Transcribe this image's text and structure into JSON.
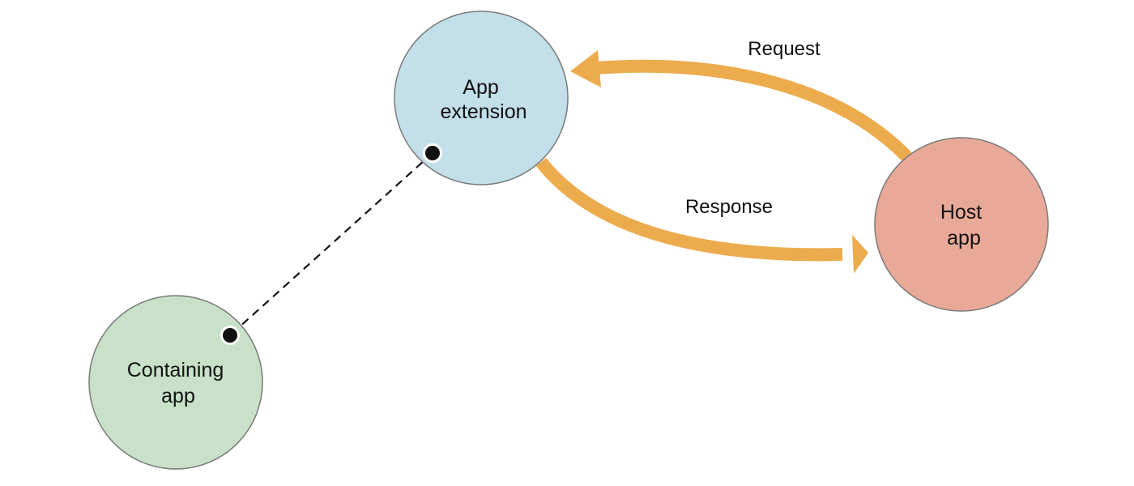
{
  "nodes": {
    "app_extension": {
      "line1": "App",
      "line2": "extension",
      "fill": "#c3dfea"
    },
    "host_app": {
      "line1": "Host",
      "line2": "app",
      "fill": "#e9a998"
    },
    "containing_app": {
      "line1": "Containing",
      "line2": "app",
      "fill": "#c8e1c8"
    }
  },
  "edges": {
    "request": {
      "label": "Request",
      "color": "#ecac4e"
    },
    "response": {
      "label": "Response",
      "color": "#ecac4e"
    },
    "link": {
      "style": "dashed"
    }
  },
  "colors": {
    "node_stroke": "#7a7a7a",
    "arrow": "#ecac4e",
    "connector": "#111111"
  }
}
